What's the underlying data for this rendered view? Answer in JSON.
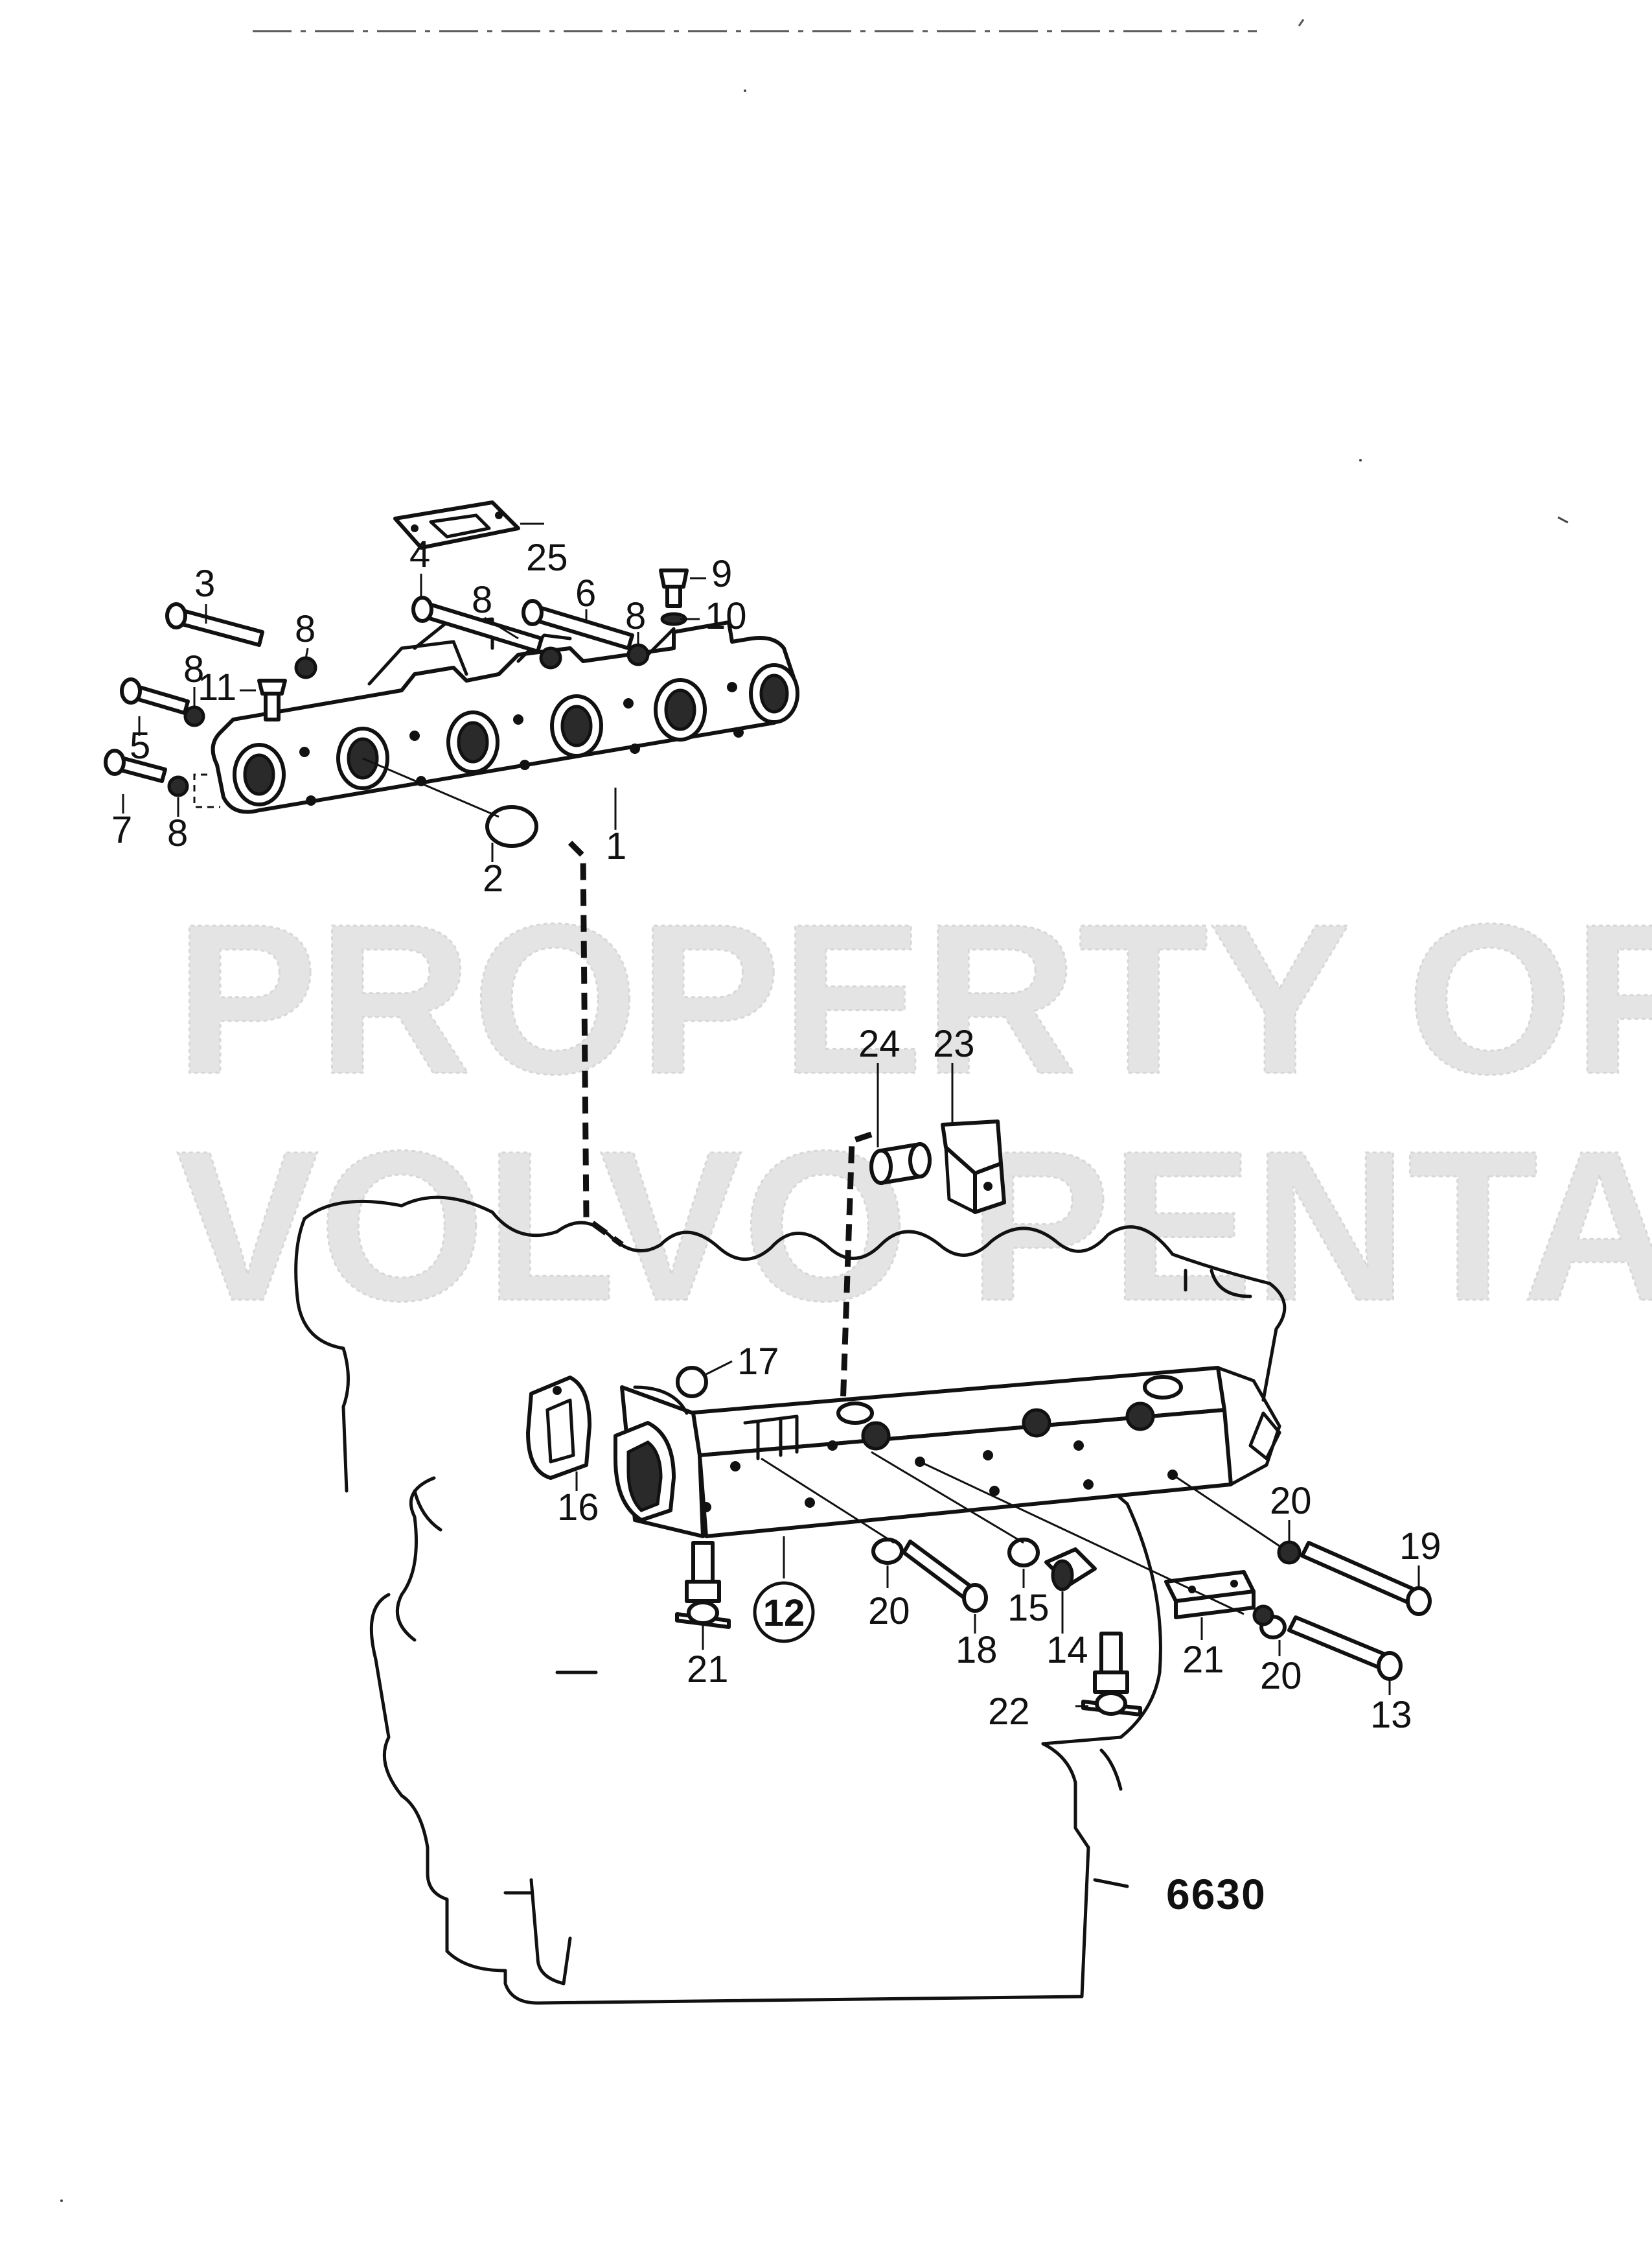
{
  "diagram": {
    "watermark_line1": "PROPERTY OF",
    "watermark_line2": "VOLVO PENTA",
    "figure_number": "6630",
    "callouts": [
      {
        "id": "c1",
        "text": "1"
      },
      {
        "id": "c2",
        "text": "2"
      },
      {
        "id": "c3",
        "text": "3"
      },
      {
        "id": "c4",
        "text": "4"
      },
      {
        "id": "c5",
        "text": "5"
      },
      {
        "id": "c6",
        "text": "6"
      },
      {
        "id": "c7",
        "text": "7"
      },
      {
        "id": "c8a",
        "text": "8"
      },
      {
        "id": "c8b",
        "text": "8"
      },
      {
        "id": "c8c",
        "text": "8"
      },
      {
        "id": "c8d",
        "text": "8"
      },
      {
        "id": "c8e",
        "text": "8"
      },
      {
        "id": "c9",
        "text": "9"
      },
      {
        "id": "c10",
        "text": "10"
      },
      {
        "id": "c11",
        "text": "11"
      },
      {
        "id": "c12",
        "text": "12"
      },
      {
        "id": "c13",
        "text": "13"
      },
      {
        "id": "c14",
        "text": "14"
      },
      {
        "id": "c15",
        "text": "15"
      },
      {
        "id": "c16",
        "text": "16"
      },
      {
        "id": "c17",
        "text": "17"
      },
      {
        "id": "c18",
        "text": "18"
      },
      {
        "id": "c19",
        "text": "19"
      },
      {
        "id": "c20a",
        "text": "20"
      },
      {
        "id": "c20b",
        "text": "20"
      },
      {
        "id": "c20c",
        "text": "20"
      },
      {
        "id": "c21a",
        "text": "21"
      },
      {
        "id": "c21b",
        "text": "21"
      },
      {
        "id": "c22",
        "text": "22"
      },
      {
        "id": "c23",
        "text": "23"
      },
      {
        "id": "c24",
        "text": "24"
      },
      {
        "id": "c25",
        "text": "25"
      }
    ]
  }
}
